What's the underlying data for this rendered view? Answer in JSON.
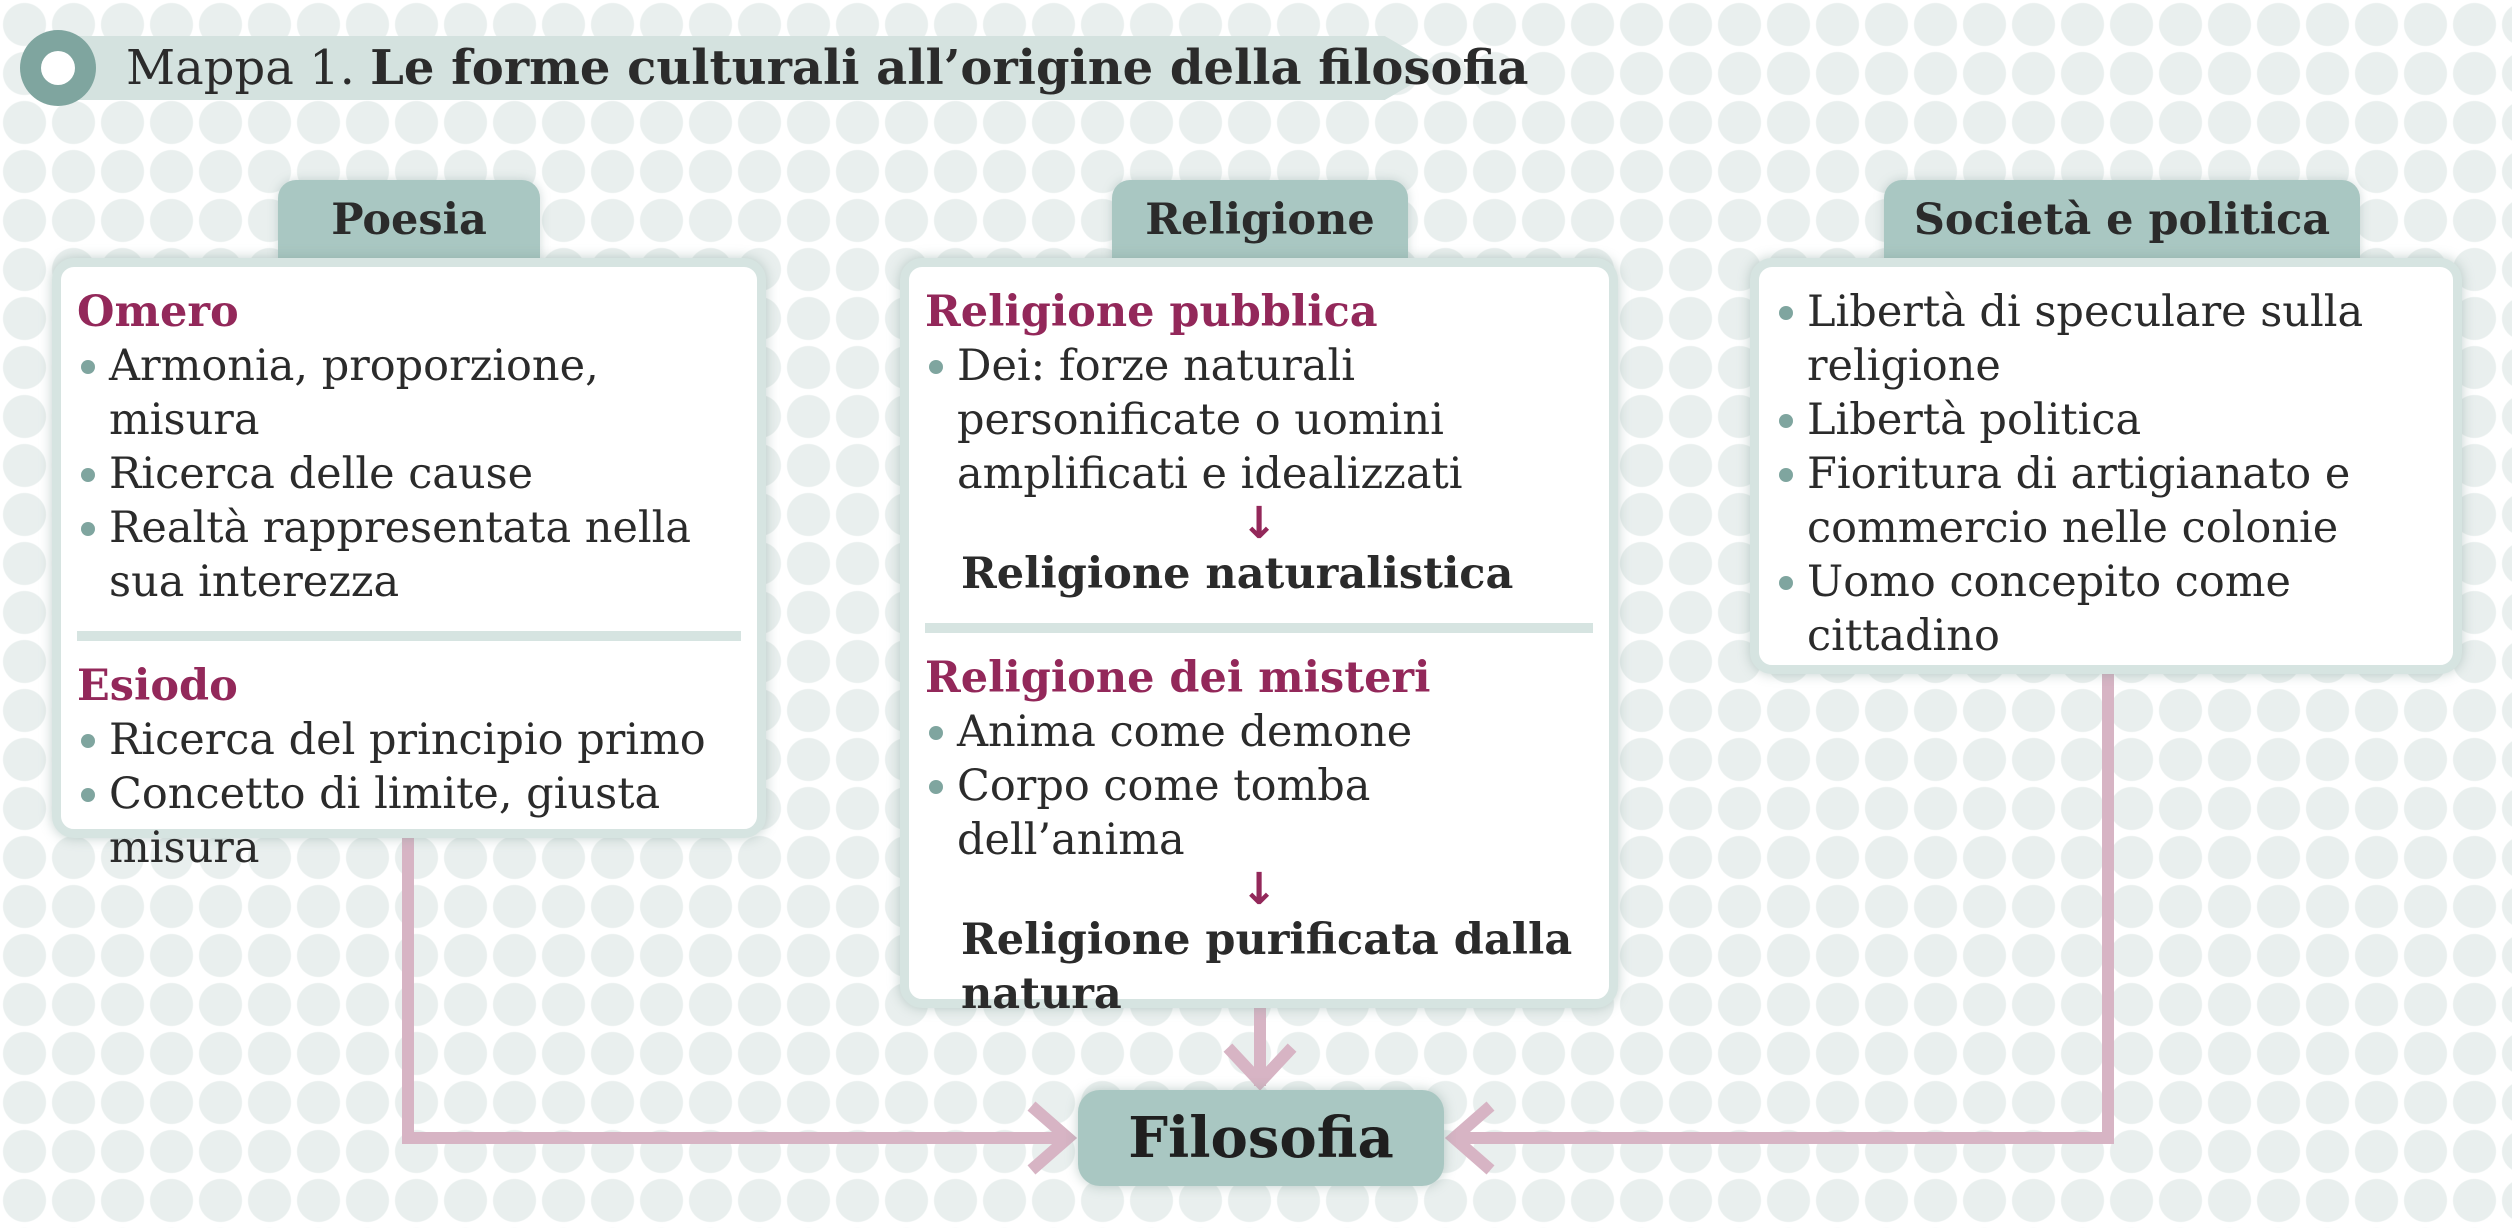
{
  "title": {
    "prefix": "Mappa 1.",
    "main": "Le forme culturali all’origine della filosofia"
  },
  "columns": [
    {
      "tab": "Poesia",
      "sections": [
        {
          "heading": "Omero",
          "bullets": [
            "Armonia, proporzione, misura",
            "Ricerca delle cause",
            "Realtà rappresentata nella sua interezza"
          ]
        },
        {
          "heading": "Esiodo",
          "bullets": [
            "Ricerca del principio primo",
            "Concetto di limite, giusta misura"
          ]
        }
      ]
    },
    {
      "tab": "Religione",
      "sections": [
        {
          "heading": "Religione pubblica",
          "bullets": [
            "Dei: forze naturali personificate o uomini amplificati e idealizzati"
          ],
          "result": "Religione naturalistica"
        },
        {
          "heading": "Religione dei misteri",
          "bullets": [
            "Anima come demone",
            "Corpo come tomba dell’anima"
          ],
          "result": "Religione purificata dalla natura"
        }
      ]
    },
    {
      "tab": "Società e politica",
      "bullets": [
        "Libertà di speculare sulla religione",
        "Libertà politica",
        "Fioritura di artigianato e commercio nelle colonie",
        "Uomo concepito come cittadino"
      ]
    }
  ],
  "target": "Filosofia",
  "colors": {
    "accent_magenta": "#93285a",
    "teal": "#a9c7c2",
    "teal_dark": "#7fa59f",
    "border_light": "#d6e4e1",
    "connector_pink": "#d7b4c4"
  }
}
